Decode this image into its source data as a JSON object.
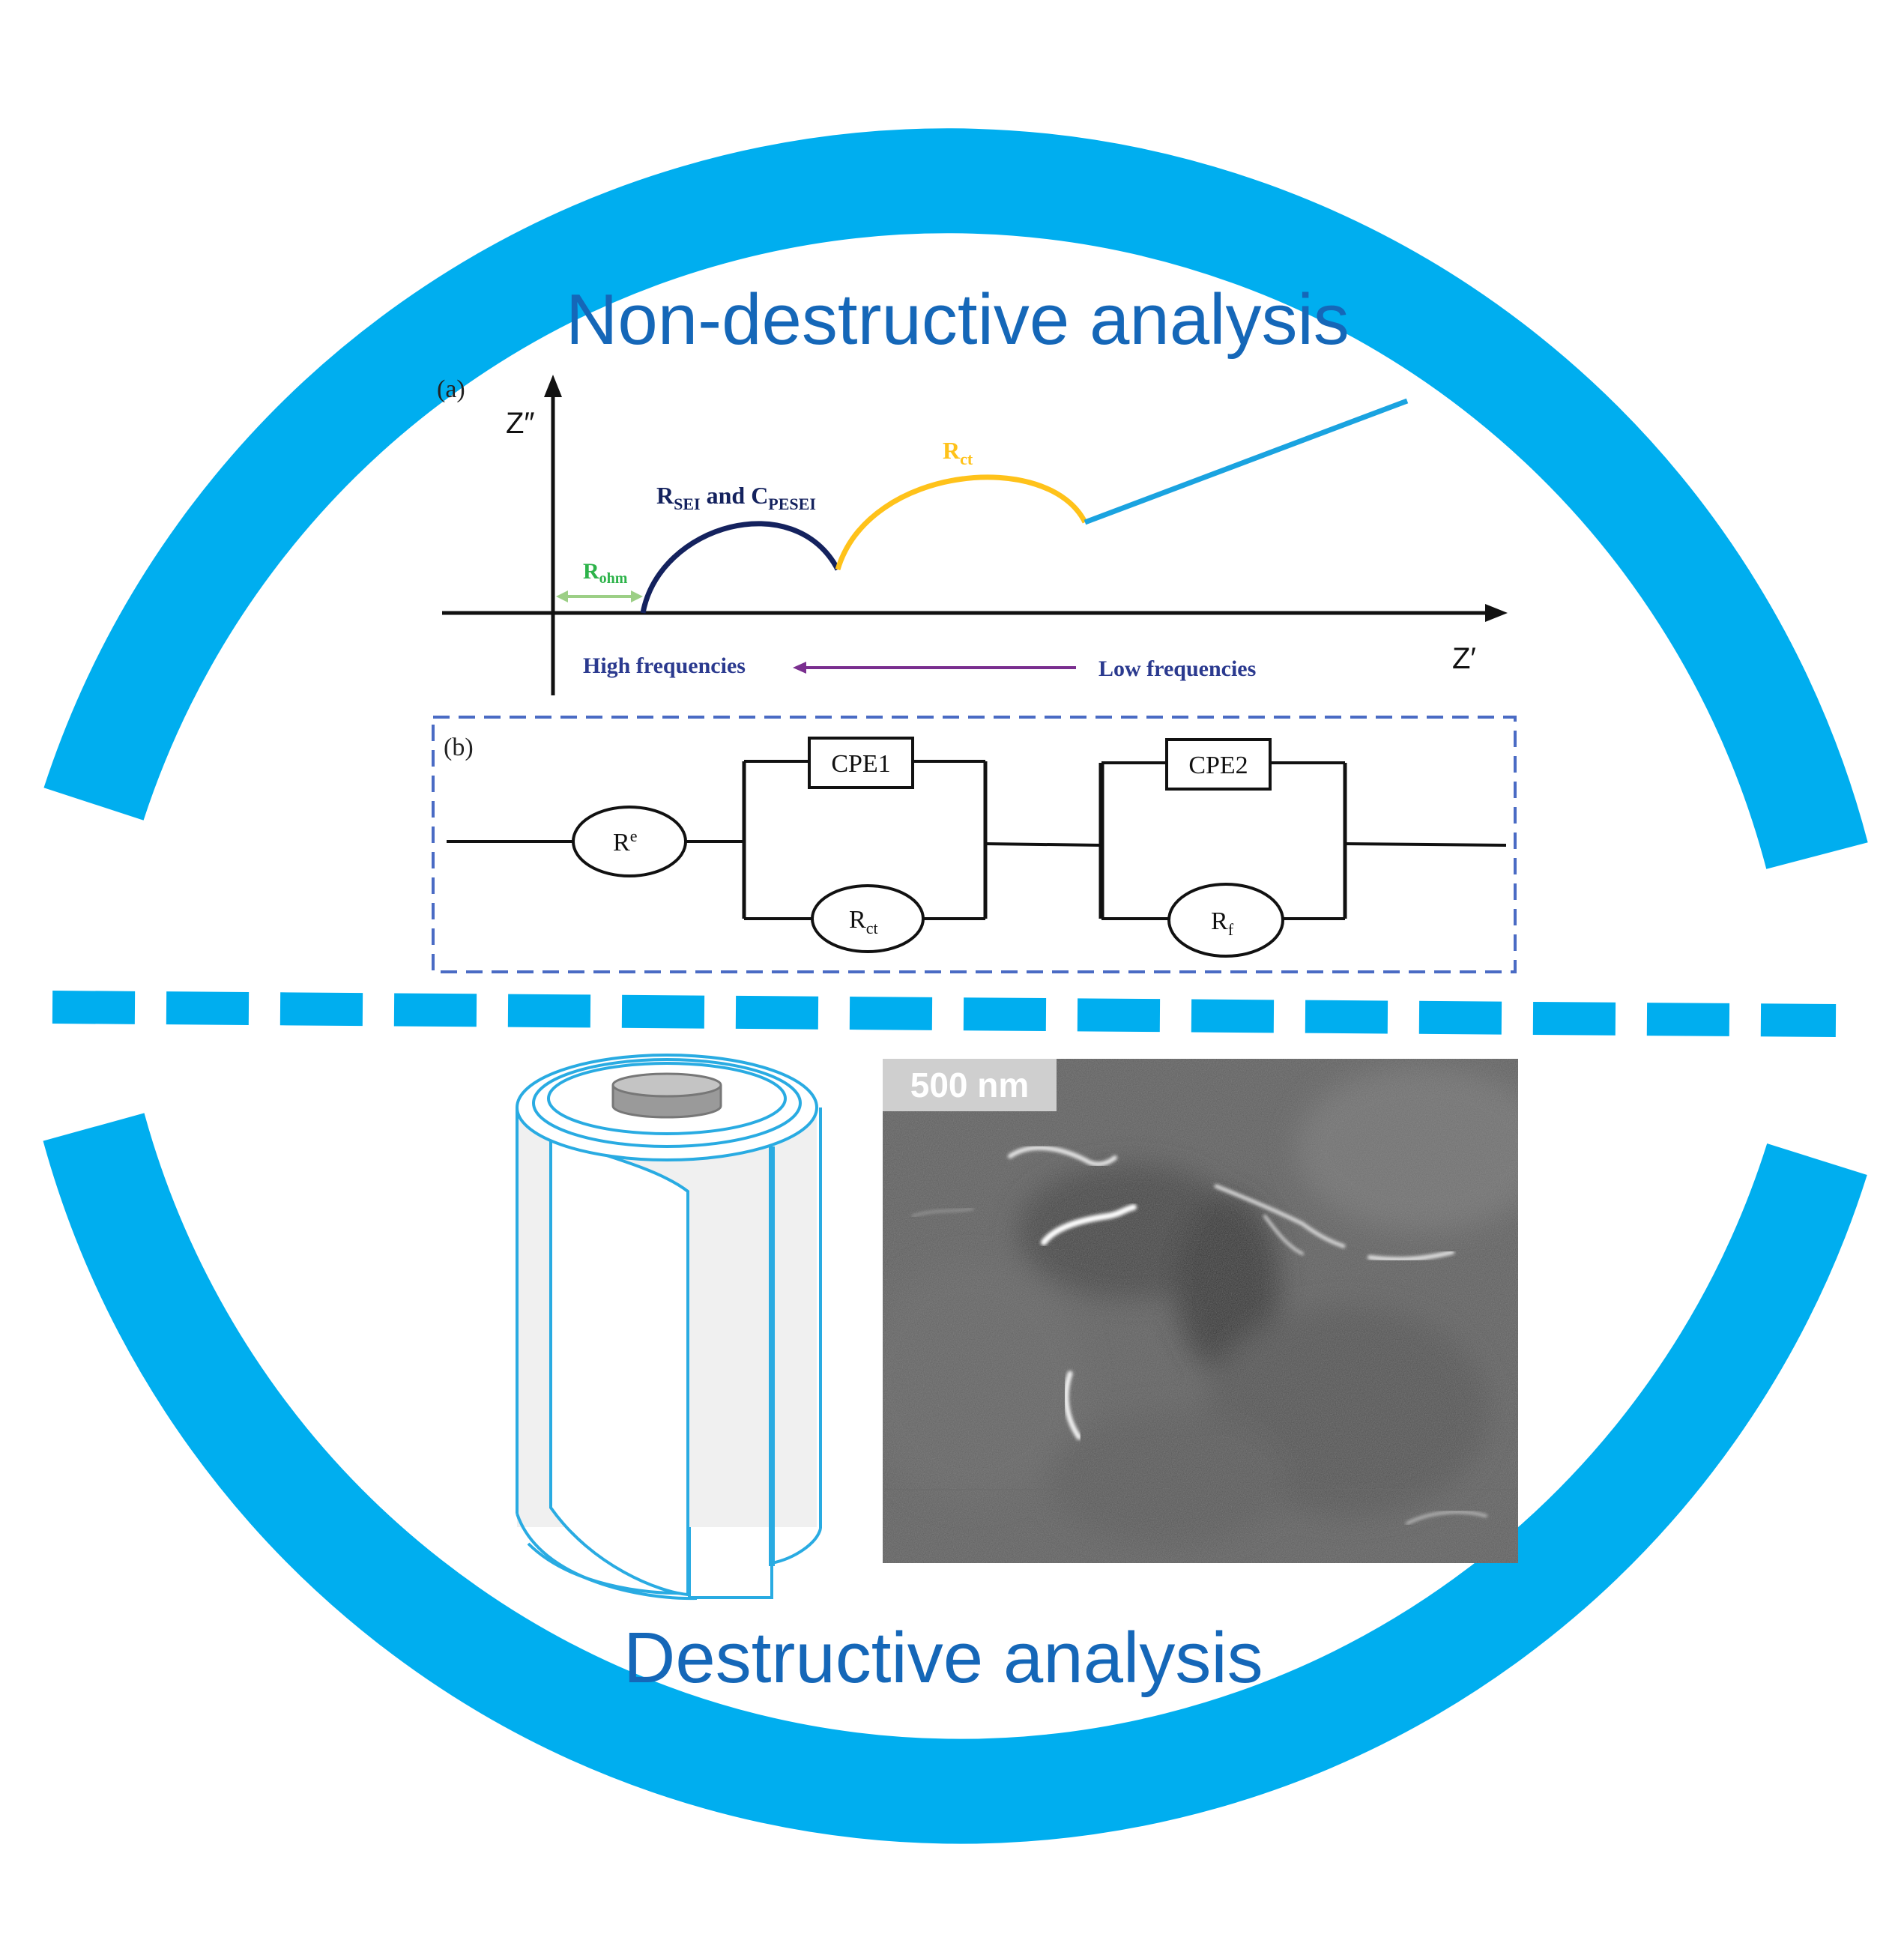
{
  "headings": {
    "top": "Non-destructive analysis",
    "bottom": "Destructive analysis"
  },
  "panel_a": {
    "label": "(a)",
    "y_axis": "Z″",
    "x_axis": "Z′",
    "r_ohm": {
      "main": "R",
      "sub": "ohm"
    },
    "r_sei": {
      "main": "R",
      "sub": "SEI",
      "mid": " and C",
      "sub2": "PESEI"
    },
    "r_ct": {
      "main": "R",
      "sub": "ct"
    },
    "high_freq": "High frequencies",
    "low_freq": "Low frequencies"
  },
  "panel_b": {
    "label": "(b)",
    "cpe1": "CPE1",
    "cpe2": "CPE2",
    "re": {
      "main": "R",
      "sup": "e"
    },
    "rct": {
      "main": "R",
      "sub": "ct"
    },
    "rf": {
      "main": "R",
      "sub": "f"
    }
  },
  "sem": {
    "scale_bar": "500 nm"
  },
  "colors": {
    "ring": "#00aeef",
    "heading": "#1567b8",
    "sei_arc": "#14225e",
    "ct_arc": "#ffc21a",
    "diffusion": "#1aa3e0",
    "r_ohm": "#2db34a",
    "freq_arrow": "#7a2f8f",
    "freq_text": "#2b3a8f",
    "dashed_box": "#4a6bc4",
    "cell_outline": "#29abe2"
  }
}
